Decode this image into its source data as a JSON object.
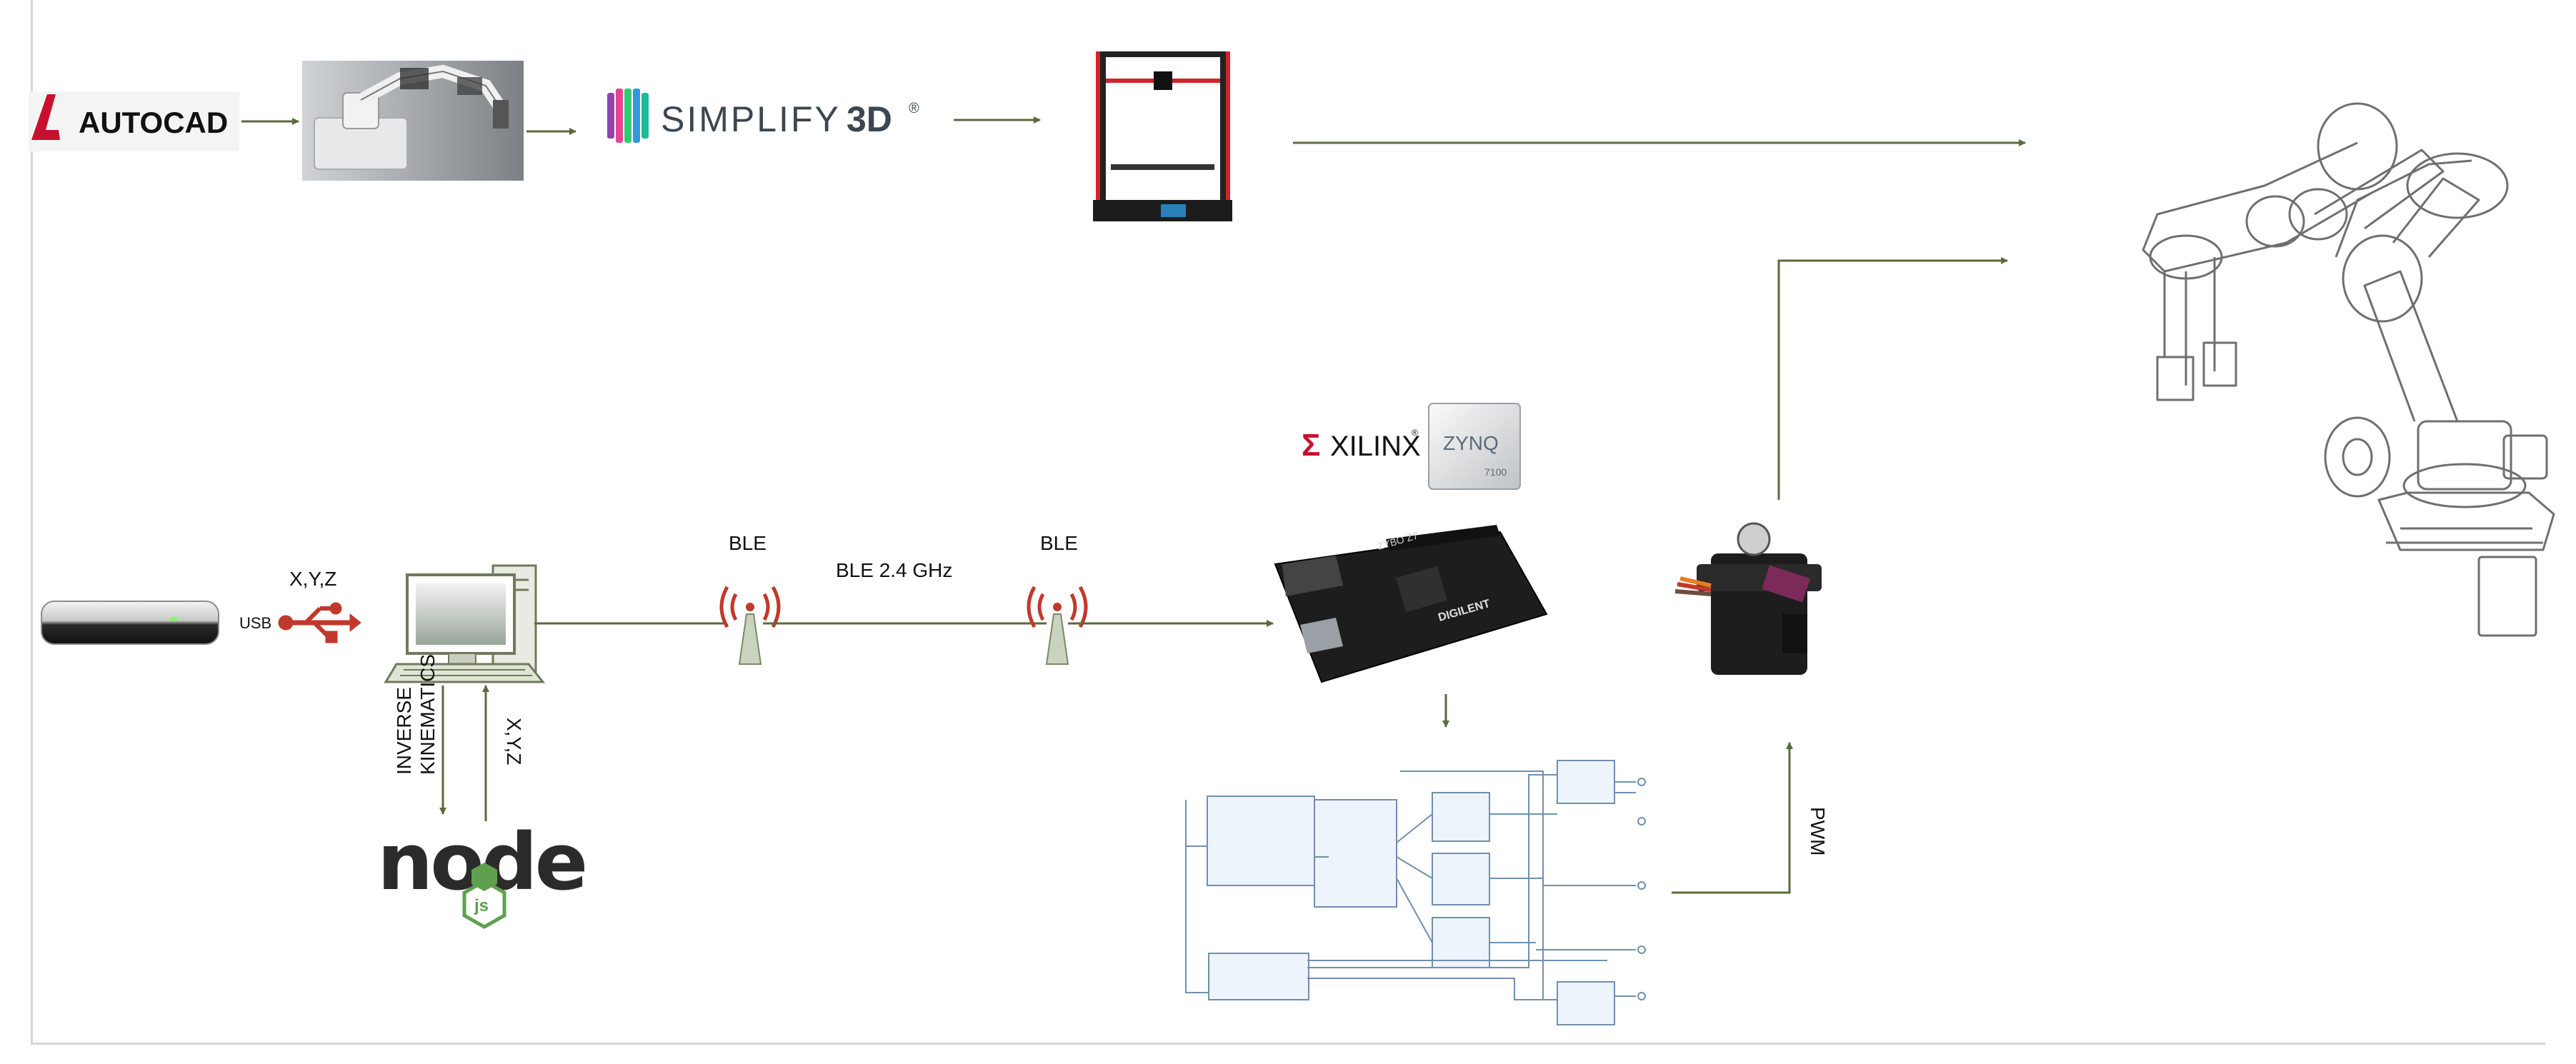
{
  "logos": {
    "autocad": "AUTOCAD",
    "simplify": "SIMPLIFY",
    "simplify_bold": "3D",
    "registered": "®",
    "xilinx": "XILINX",
    "xilinx_mark": "Σ",
    "zynq": "ZYNQ",
    "zynq_model": "7100",
    "node_top": "node",
    "node_js": "js",
    "digilent": "DIGILENT",
    "board_name": "ZYBO Z7"
  },
  "labels": {
    "xyz_top": "X,Y,Z",
    "usb": "USB",
    "ble_left": "BLE",
    "ble_right": "BLE",
    "ble_band": "BLE 2.4 GHz",
    "inverse_kinematics_line1": "INVERSE",
    "inverse_kinematics_line2": "KINEMATICS",
    "xyz_vertical": "X,Y,Z",
    "pwm": "PWM"
  },
  "colors": {
    "arrow": "#5a6b3c",
    "antenna": "#c0392b",
    "usb": "#c0392b",
    "node_green": "#5fa04e",
    "autocad_red": "#c8102e",
    "printer_red": "#d2232a"
  }
}
